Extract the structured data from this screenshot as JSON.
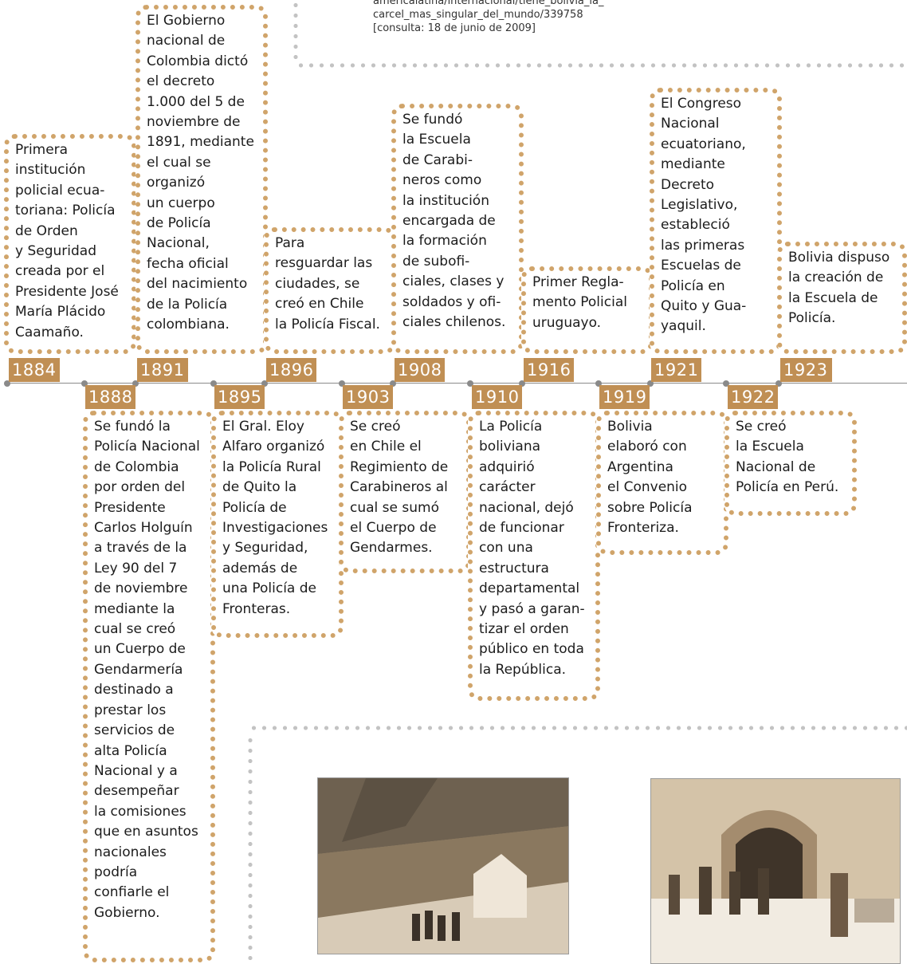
{
  "reference": {
    "line1": "americalatina/internacional/tiene_bolivia_la_",
    "line2": "carcel_mas_singular_del_mundo/339758",
    "line3": "[consulta: 18 de junio de 2009]"
  },
  "timeline": {
    "upper_events": [
      {
        "year": "1884",
        "text": "  Primera\ninstitución\npolicial ecua-\ntoriana: Policía\nde Orden\ny Seguridad\ncreada por el\nPresidente José\nMaría Plácido\nCaamaño."
      },
      {
        "year": "1891",
        "text": "  El Gobierno\nnacional de\nColombia dictó\nel decreto\n1.000 del 5 de\nnoviembre de\n1891, mediante\nel cual se\norganizó\nun cuerpo\nde Policía\nNacional,\nfecha oficial\ndel nacimiento\nde la Policía\ncolombiana."
      },
      {
        "year": "1896",
        "text": "  Para\nresguardar las\nciudades, se\ncreó en Chile\nla Policía Fiscal."
      },
      {
        "year": "1908",
        "text": "  Se fundó\nla Escuela\nde Carabi-\nneros como\nla institución\nencargada de\nla formación\nde subofi-\nciales, clases y\nsoldados y ofi-\nciales chilenos."
      },
      {
        "year": "1916",
        "text": "  Primer Regla-\nmento Policial\nuruguayo."
      },
      {
        "year": "1921",
        "text": "  El Congreso\nNacional\necuatoriano,\nmediante\nDecreto\nLegislativo,\nestableció\nlas primeras\nEscuelas de\nPolicía en\nQuito y Gua-\nyaquil."
      },
      {
        "year": "1923",
        "text": "  Bolivia dispuso\nla creación de\nla Escuela de\nPolicía."
      }
    ],
    "lower_events": [
      {
        "year": "1888",
        "text": "  Se fundó la\nPolicía Nacional\nde Colombia\npor orden del\nPresidente\nCarlos Holguín\na través de la\nLey 90 del 7\nde noviembre\nmediante la\ncual se creó\nun Cuerpo de\nGendarmería\ndestinado a\nprestar los\nservicios de\nalta Policía\nNacional y a\ndesempeñar\nla comisiones\nque en asuntos\nnacionales\npodría\nconfiarle el\nGobierno."
      },
      {
        "year": "1895",
        "text": "  El Gral. Eloy\nAlfaro organizó\nla Policía Rural\nde Quito la\nPolicía de\nInvestigaciones\ny Seguridad,\nademás de\nuna Policía de\nFronteras."
      },
      {
        "year": "1903",
        "text": "  Se creó\nen Chile el\nRegimiento de\nCarabineros al\ncual se sumó\nel Cuerpo de\nGendarmes."
      },
      {
        "year": "1910",
        "text": "  La Policía\nboliviana\nadquirió\ncarácter\nnacional, dejó\nde funcionar\ncon una\nestructura\ndepartamental\ny pasó a garan-\ntizar el orden\npúblico en toda\nla República."
      },
      {
        "year": "1919",
        "text": "  Bolivia\nelaboró con\nArgentina\nel Convenio\nsobre Policía\nFronteriza."
      },
      {
        "year": "1922",
        "text": "  Se creó\nla Escuela\nNacional de\nPolicía en Perú."
      }
    ]
  },
  "colors": {
    "accent": "#c08f54",
    "dotted_border": "#d0a46a",
    "timeline_line": "#8a8a8a",
    "dots": "#c3c3c3"
  },
  "photos": [
    {
      "icon": "rooftops-photo"
    },
    {
      "icon": "prison-gate-photo"
    }
  ]
}
